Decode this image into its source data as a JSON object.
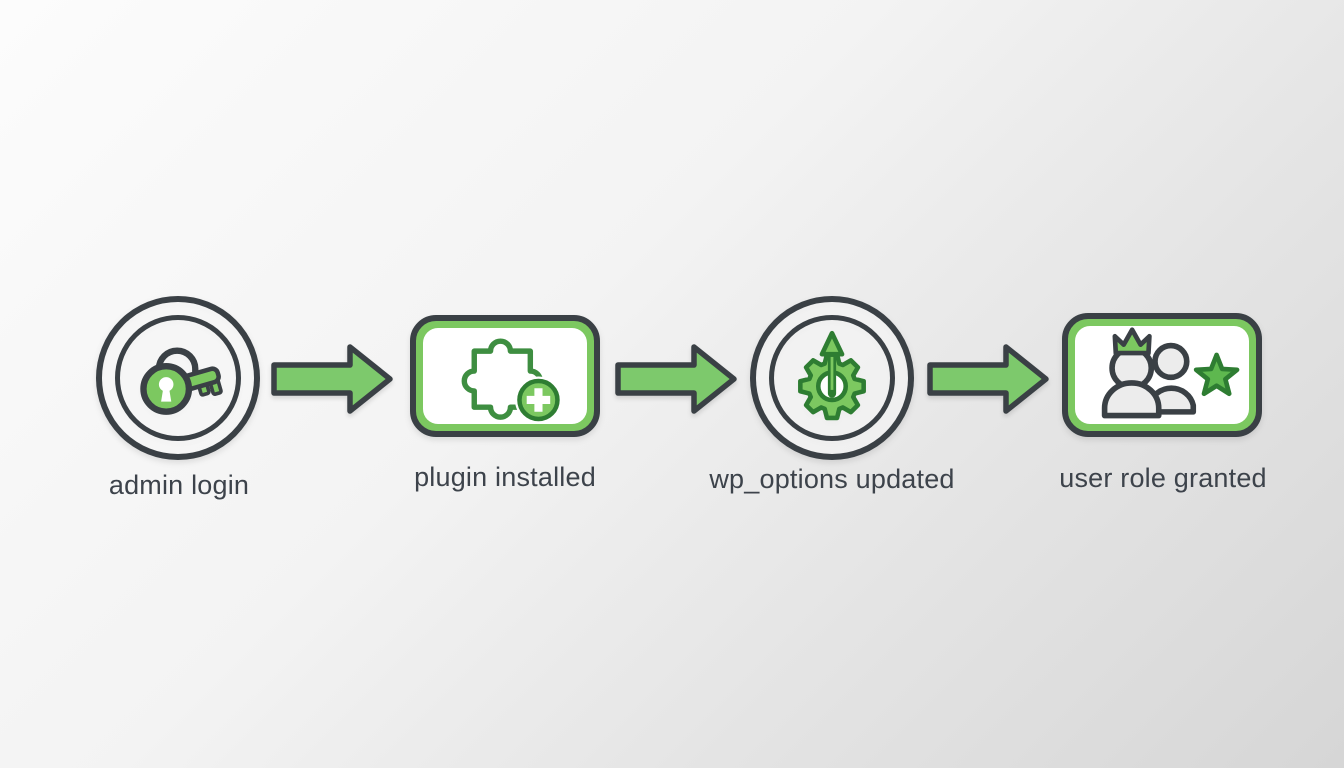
{
  "colors": {
    "outline_dark": "#3a4045",
    "green_fill": "#7cc860",
    "green_dark": "#2e7d32",
    "puzzle_stroke": "#3e8e41",
    "star_fill": "#5eb84f",
    "person_fill": "#ececec",
    "label_color": "#3d434b",
    "background_light": "#fcfcfc",
    "background_dark": "#d6d6d6"
  },
  "flow": {
    "steps": [
      {
        "label": "admin login",
        "shape": "circle",
        "icon": "lock-key-icon"
      },
      {
        "label": "plugin installed",
        "shape": "card",
        "icon": "puzzle-plus-icon"
      },
      {
        "label": "wp_options updated",
        "shape": "circle",
        "icon": "gear-update-icon"
      },
      {
        "label": "user role granted",
        "shape": "card",
        "icon": "users-crown-star-icon"
      }
    ],
    "connectors": [
      {
        "type": "arrow-right"
      },
      {
        "type": "arrow-right"
      },
      {
        "type": "arrow-right"
      }
    ]
  }
}
